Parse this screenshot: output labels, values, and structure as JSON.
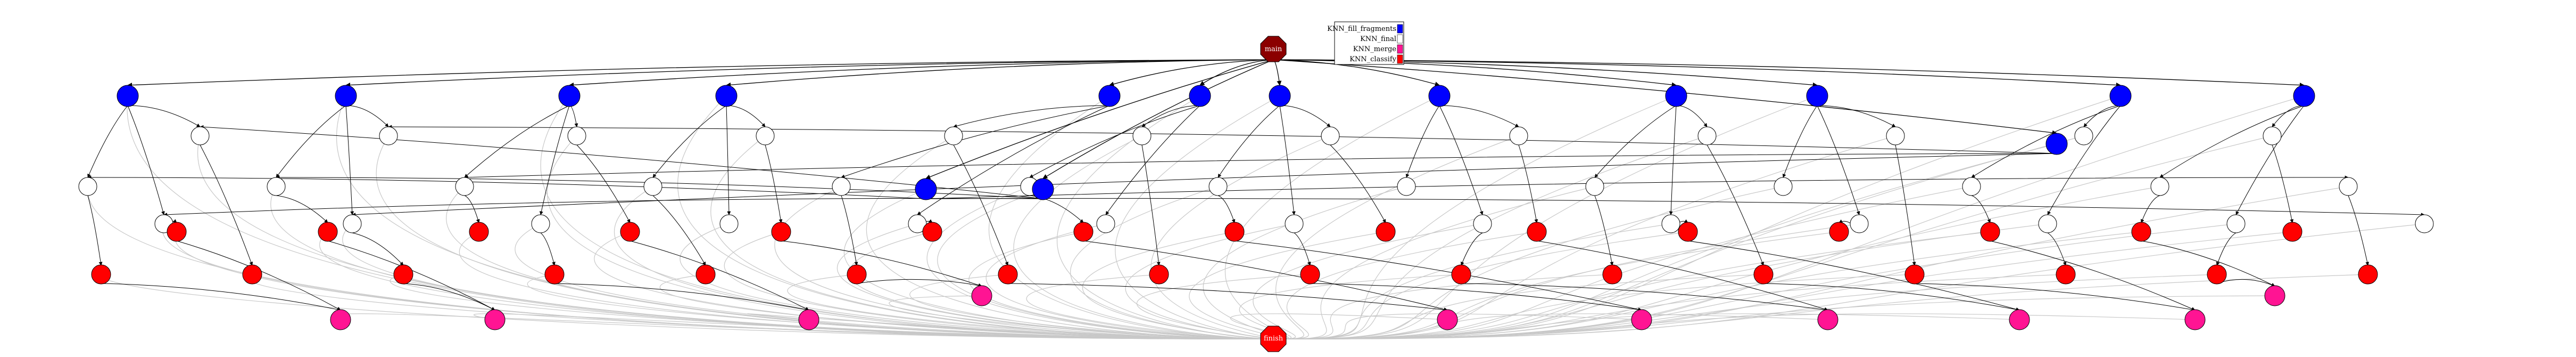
{
  "graph": {
    "source_label": "main",
    "sink_label": "finish",
    "colors": {
      "source": "#8b0000",
      "sink": "#ff0000",
      "blue": "#0000ff",
      "red": "#ff0000",
      "magenta": "#ff1493",
      "white": "#ffffff",
      "edge_dark": "#000000",
      "edge_light": "#c8c8c8"
    },
    "legend": [
      {
        "label": "KNN_fill_fragments",
        "color": "#0000ff"
      },
      {
        "label": "KNN_final",
        "color": "#ffffff"
      },
      {
        "label": "KNN_merge",
        "color": "#ff1493"
      },
      {
        "label": "KNN_classify",
        "color": "#ff0000"
      }
    ]
  }
}
